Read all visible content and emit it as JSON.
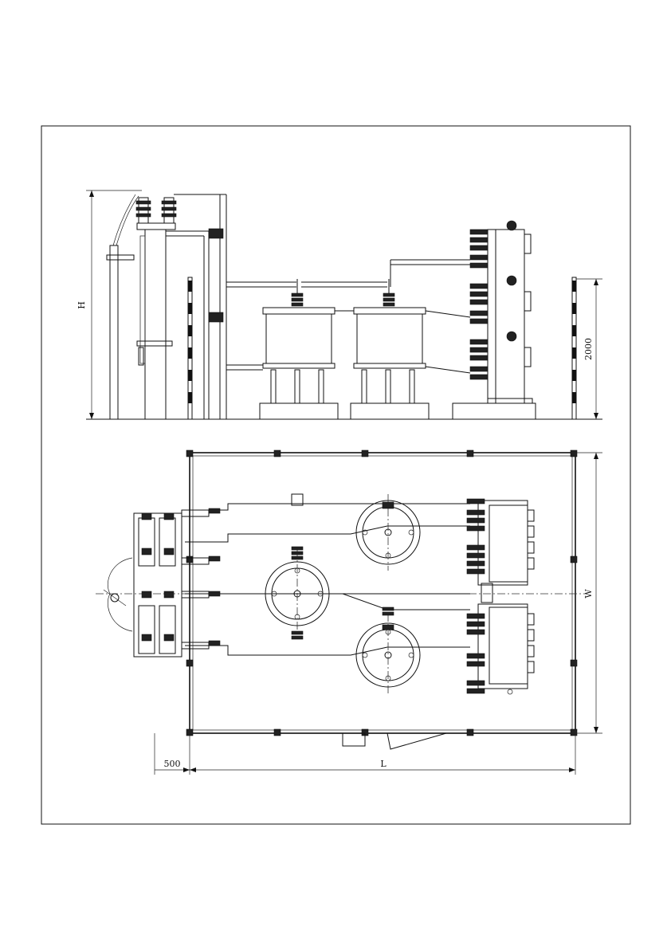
{
  "dimensions": {
    "height_label": "H",
    "fence_height_label": "2000",
    "width_label": "W",
    "length_label": "L",
    "offset_label": "500"
  }
}
